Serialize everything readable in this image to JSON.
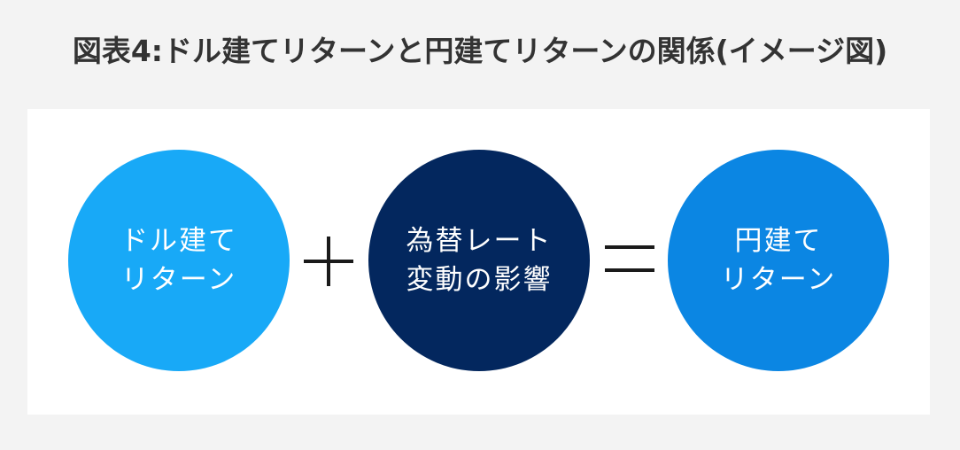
{
  "title": "図表4:ドル建てリターンと円建てリターンの関係(イメージ図)",
  "nodes": [
    {
      "lines": [
        "ドル建て",
        "リターン"
      ],
      "color": "#18a9f7"
    },
    {
      "lines": [
        "為替レート",
        "変動の影響"
      ],
      "color": "#03275e"
    },
    {
      "lines": [
        "円建て",
        "リターン"
      ],
      "color": "#0b86e3"
    }
  ],
  "operators": [
    "plus",
    "equals"
  ],
  "colors": {
    "background": "#f3f3f3",
    "panel": "#ffffff",
    "title_text": "#333333",
    "operator": "#1a1a1a"
  }
}
